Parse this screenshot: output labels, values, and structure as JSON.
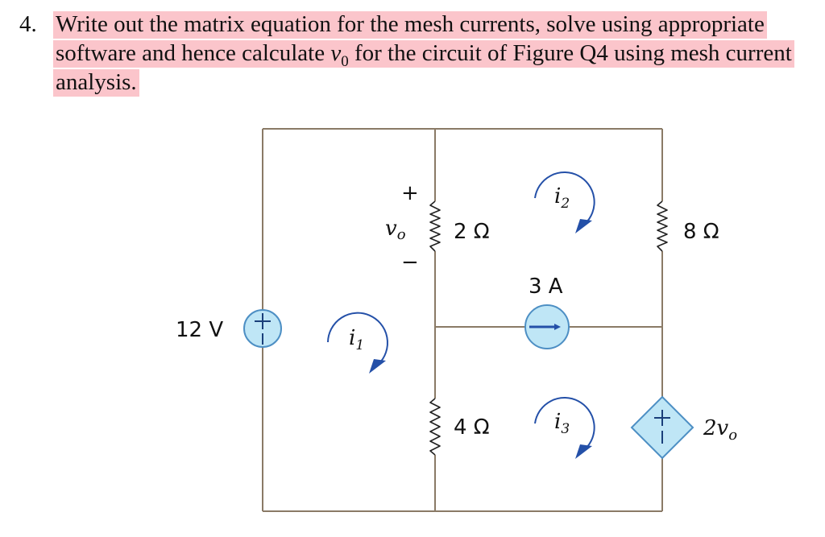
{
  "question": {
    "number": "4.",
    "text_before": "Write out the matrix equation for the mesh currents, solve using appropriate software and hence calculate ",
    "var": "v",
    "var_sub": "0",
    "text_after": " for the circuit of Figure Q4 using mesh current analysis."
  },
  "circuit": {
    "source_voltage": "12 V",
    "r_top_middle": "2 Ω",
    "r_bottom_middle": "4 Ω",
    "r_right": "8 Ω",
    "current_source": "3 A",
    "dependent_source": "2v",
    "dependent_source_sub": "o",
    "vo_label": "v",
    "vo_sub": "o",
    "plus_sign": "+",
    "minus_sign": "−",
    "mesh_1": "i",
    "mesh_1_sub": "1",
    "mesh_2": "i",
    "mesh_2_sub": "2",
    "mesh_3": "i",
    "mesh_3_sub": "3"
  },
  "colors": {
    "highlight": "#fbc5cb",
    "source_fill": "#bfe6f6",
    "source_stroke": "#4d8fc4",
    "arrow": "#2450a8",
    "wire": "#8a7a66"
  }
}
